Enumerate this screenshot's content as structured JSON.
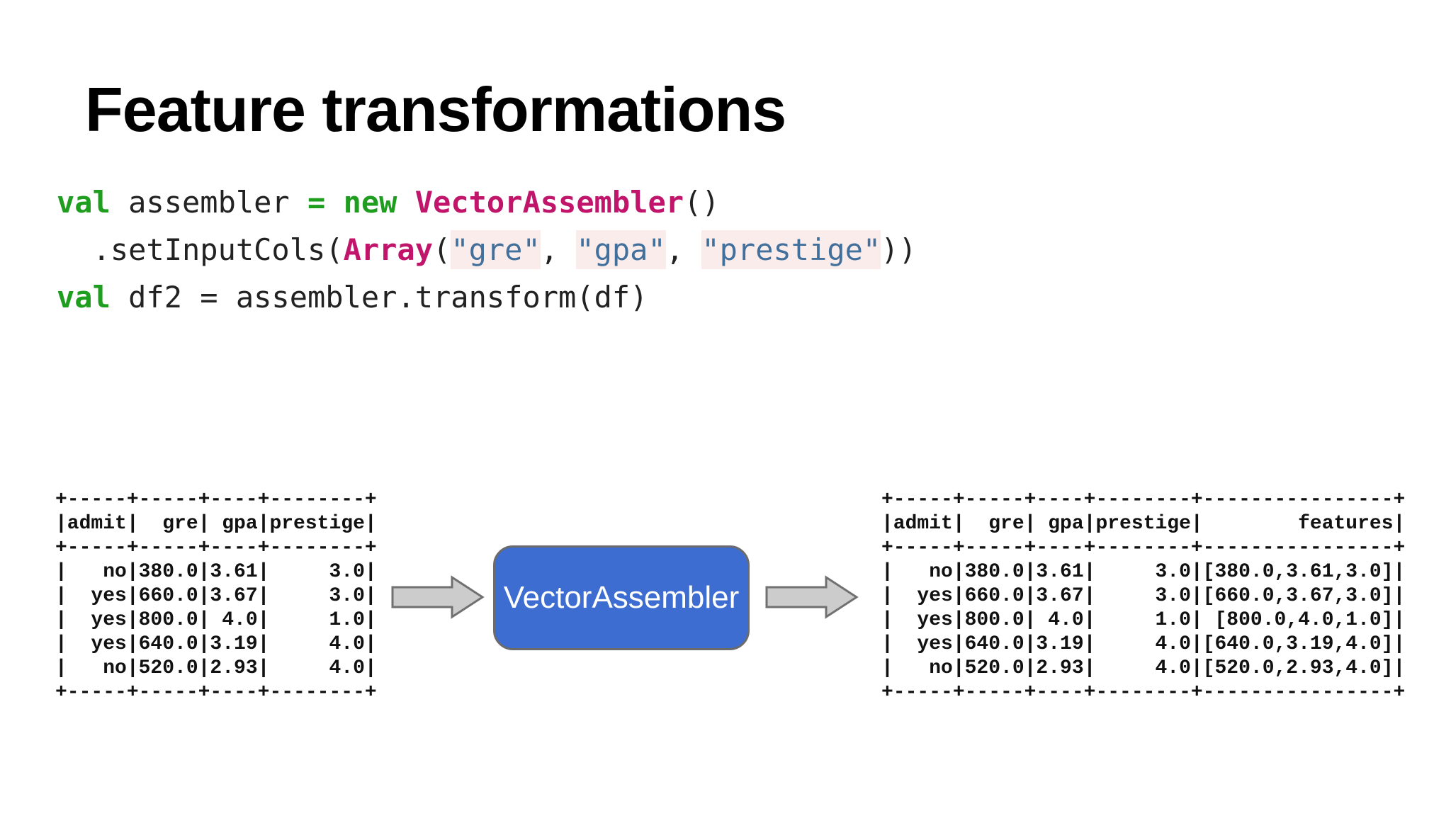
{
  "title": "Feature transformations",
  "colors": {
    "background": "#ffffff",
    "title_color": "#000000",
    "code_plain": "#222222",
    "keyword_green": "#1f9d1f",
    "type_magenta": "#c0156a",
    "string_blue": "#41709d",
    "string_highlight": "#fbecec",
    "table_text": "#111111",
    "box_blue": "#3e6dd1",
    "box_border": "#6b6b6b",
    "box_text": "#ffffff",
    "arrow_fill": "#cccccc",
    "arrow_stroke": "#707070"
  },
  "code": {
    "lines": [
      [
        {
          "text": "val",
          "style": "keyword"
        },
        {
          "text": " assembler ",
          "style": "plain"
        },
        {
          "text": "=",
          "style": "keyword"
        },
        {
          "text": " ",
          "style": "plain"
        },
        {
          "text": "new",
          "style": "keyword"
        },
        {
          "text": " ",
          "style": "plain"
        },
        {
          "text": "VectorAssembler",
          "style": "type"
        },
        {
          "text": "()",
          "style": "plain"
        }
      ],
      [
        {
          "text": "  .setInputCols(",
          "style": "plain"
        },
        {
          "text": "Array",
          "style": "type"
        },
        {
          "text": "(",
          "style": "plain"
        },
        {
          "text": "\"gre\"",
          "style": "string"
        },
        {
          "text": ", ",
          "style": "plain"
        },
        {
          "text": "\"gpa\"",
          "style": "string"
        },
        {
          "text": ", ",
          "style": "plain"
        },
        {
          "text": "\"prestige\"",
          "style": "string"
        },
        {
          "text": "))",
          "style": "plain"
        }
      ],
      [
        {
          "text": "val",
          "style": "keyword"
        },
        {
          "text": " df2 = assembler.transform(df)",
          "style": "plain"
        }
      ]
    ]
  },
  "diagram": {
    "box_label": "VectorAssembler",
    "input_table": {
      "lines": [
        "+-----+-----+----+--------+",
        "|admit|  gre| gpa|prestige|",
        "+-----+-----+----+--------+",
        "|   no|380.0|3.61|     3.0|",
        "|  yes|660.0|3.67|     3.0|",
        "|  yes|800.0| 4.0|     1.0|",
        "|  yes|640.0|3.19|     4.0|",
        "|   no|520.0|2.93|     4.0|",
        "+-----+-----+----+--------+"
      ]
    },
    "output_table": {
      "lines": [
        "+-----+-----+----+--------+----------------+",
        "|admit|  gre| gpa|prestige|        features|",
        "+-----+-----+----+--------+----------------+",
        "|   no|380.0|3.61|     3.0|[380.0,3.61,3.0]|",
        "|  yes|660.0|3.67|     3.0|[660.0,3.67,3.0]|",
        "|  yes|800.0| 4.0|     1.0| [800.0,4.0,1.0]|",
        "|  yes|640.0|3.19|     4.0|[640.0,3.19,4.0]|",
        "|   no|520.0|2.93|     4.0|[520.0,2.93,4.0]|",
        "+-----+-----+----+--------+----------------+"
      ]
    }
  }
}
